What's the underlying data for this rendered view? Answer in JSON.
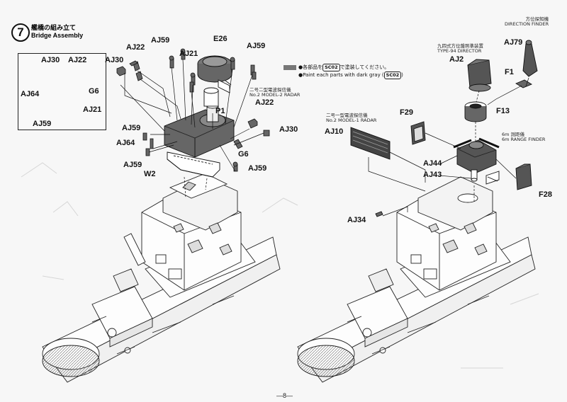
{
  "step": {
    "number": "7",
    "title_jp": "艦橋の組み立て",
    "title_en": "Bridge Assembly"
  },
  "paint_note": {
    "jp_prefix": "●各部品を",
    "jp_code": "SC02",
    "jp_suffix": "で塗装してください。",
    "en_prefix": "●Paint each parts with dark gray (",
    "en_code": "SC02",
    "en_suffix": ")"
  },
  "labels": {
    "aj30_detail": "AJ30",
    "aj22_detail": "AJ22",
    "aj64_detail": "AJ64",
    "g6_detail": "G6",
    "aj21_detail": "AJ21",
    "aj59_detail": "AJ59",
    "aj30_main": "AJ30",
    "aj22_main": "AJ22",
    "aj59_a": "AJ59",
    "aj21_main": "AJ21",
    "e26": "E26",
    "aj59_b": "AJ59",
    "p1": "P1",
    "aj22_right": "AJ22",
    "aj30_right": "AJ30",
    "aj59_left": "AJ59",
    "aj64_main": "AJ64",
    "aj59_low": "AJ59",
    "w2": "W2",
    "g6_main": "G6",
    "aj59_bottom": "AJ59",
    "aj10": "AJ10",
    "f29": "F29",
    "aj2": "AJ2",
    "aj79": "AJ79",
    "f1": "F1",
    "f13": "F13",
    "aj44": "AJ44",
    "aj43": "AJ43",
    "f28": "F28",
    "aj34": "AJ34"
  },
  "captions": {
    "radar2_jp": "二号二型電波探信儀",
    "radar2_en": "No.2 MODEL-2 RADAR",
    "radar1_jp": "二号一型電波探信儀",
    "radar1_en": "No.2 MODEL-1 RADAR",
    "director_jp": "九四式方位盤照準装置",
    "director_en": "TYPE-94 DIRECTOR",
    "finder_jp": "方位探知機",
    "finder_en": "DIRECTION FINDER",
    "range_jp": "6m 測距儀",
    "range_en": "6m RANGE FINDER"
  },
  "page_number": "—8—"
}
